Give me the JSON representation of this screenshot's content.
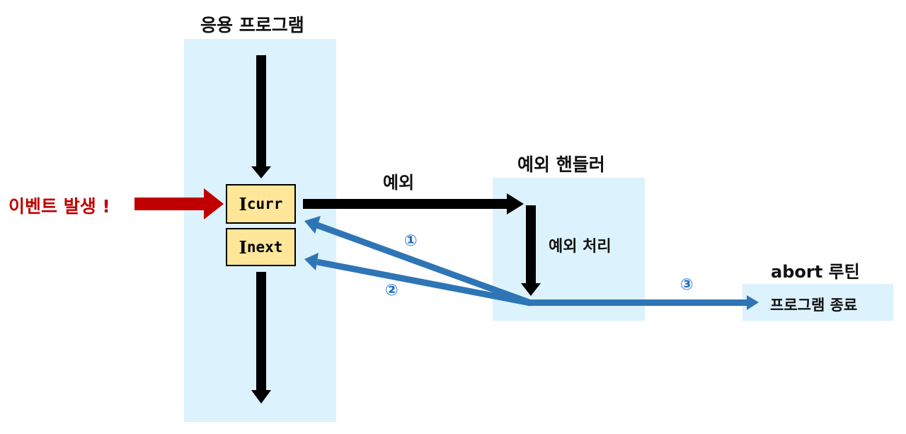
{
  "app": {
    "title": "응용 프로그램",
    "current_instr_initial": "I",
    "current_instr_rest": "curr",
    "next_instr_initial": "I",
    "next_instr_rest": "next"
  },
  "event": {
    "label": "이벤트 발생 !"
  },
  "exception": {
    "label": "예외"
  },
  "handler": {
    "title": "예외 핸들러",
    "process_label": "예외 처리"
  },
  "abort": {
    "title": "abort 루틴",
    "terminate_label": "프로그램 종료"
  },
  "steps": {
    "one": "①",
    "two": "②",
    "three": "③"
  },
  "colors": {
    "panel": "#dcf2fc",
    "instr_box": "#ffe699",
    "event_arrow": "#c00000",
    "flow_arrow": "#000000",
    "return_arrow": "#2e75b6",
    "step_number": "#1f6fc4"
  }
}
